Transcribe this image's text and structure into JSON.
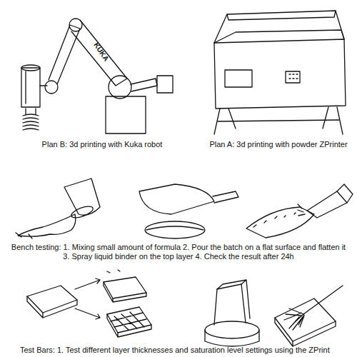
{
  "diagram": {
    "labels": [
      "KUKA",
      "Plan B: 3d printing with Kuka robot",
      "Plan A: 3d printing with powder ZPrinter",
      "Bench testing: 1. Mixing small amount of formula 2. Pour the batch on a flat surface and flatten it 3. Spray liquid binder on the top layer 4. Check the result after 24h",
      "Test Bars: 1. Test different layer thicknesses and saturation level settings using the ZPrint"
    ]
  }
}
